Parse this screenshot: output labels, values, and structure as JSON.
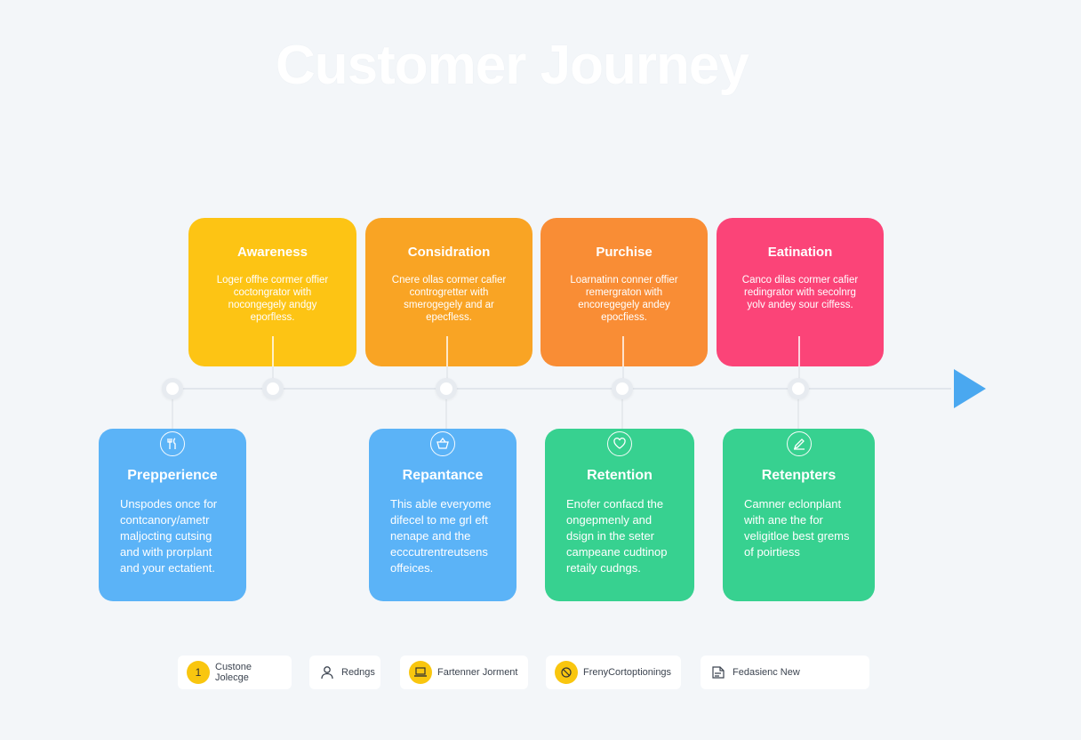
{
  "title": "Customer Journey",
  "colors": {
    "awareness": "#fdc414",
    "consideration": "#f9a424",
    "purchase": "#f98d35",
    "estimation": "#fb4478",
    "blue": "#5bb3f7",
    "green": "#37d190",
    "arrow": "#4aa8f0"
  },
  "top_stages": [
    {
      "title": "Awareness",
      "body": "Loger offhe cormer offier coctongrator with nocongegely andgy eporfless.",
      "icon": ""
    },
    {
      "title": "Considration",
      "body": "Cnere ollas cormer cafier controgretter with smerogegely and ar epecfless.",
      "icon": ""
    },
    {
      "title": "Purchise",
      "body": "Loarnatinn conner offier remergraton with encoregegely andey epocfiess.",
      "icon": ""
    },
    {
      "title": "Eatination",
      "body": "Canco dilas cormer cafier redingrator with secolnrg yolv andey sour ciffess.",
      "icon": ""
    }
  ],
  "bottom_stages": [
    {
      "title": "Prepperience",
      "body": "Unspodes once for contcanory/ametr maljocting cutsing and with prorplant and your ectatient.",
      "icon": "utensils-icon"
    },
    {
      "title": "Repantance",
      "body": "This able everyome difecel to me grl eft nenape and the ecccutrentreutsens offeices.",
      "icon": "basket-icon"
    },
    {
      "title": "Retention",
      "body": "Enofer confacd the ongepmenly and dsign in the seter campeane cudtinop retaily cudngs.",
      "icon": "heart-icon"
    },
    {
      "title": "Retenpters",
      "body": "Camner eclonplant with ane the for veligitloe best grems of poirtiess",
      "icon": "edit-icon"
    }
  ],
  "legend": [
    {
      "label": "Custone Jolecge",
      "badge": "1",
      "icon": "number-badge-icon"
    },
    {
      "label": "Redngs",
      "badge": "",
      "icon": "person-icon"
    },
    {
      "label": "Fartenner Jorment",
      "badge": "",
      "icon": "laptop-icon"
    },
    {
      "label": "FrenyCortoptionings",
      "badge": "",
      "icon": "blocked-icon"
    },
    {
      "label": "Fedasienc New",
      "badge": "",
      "icon": "document-icon"
    }
  ]
}
